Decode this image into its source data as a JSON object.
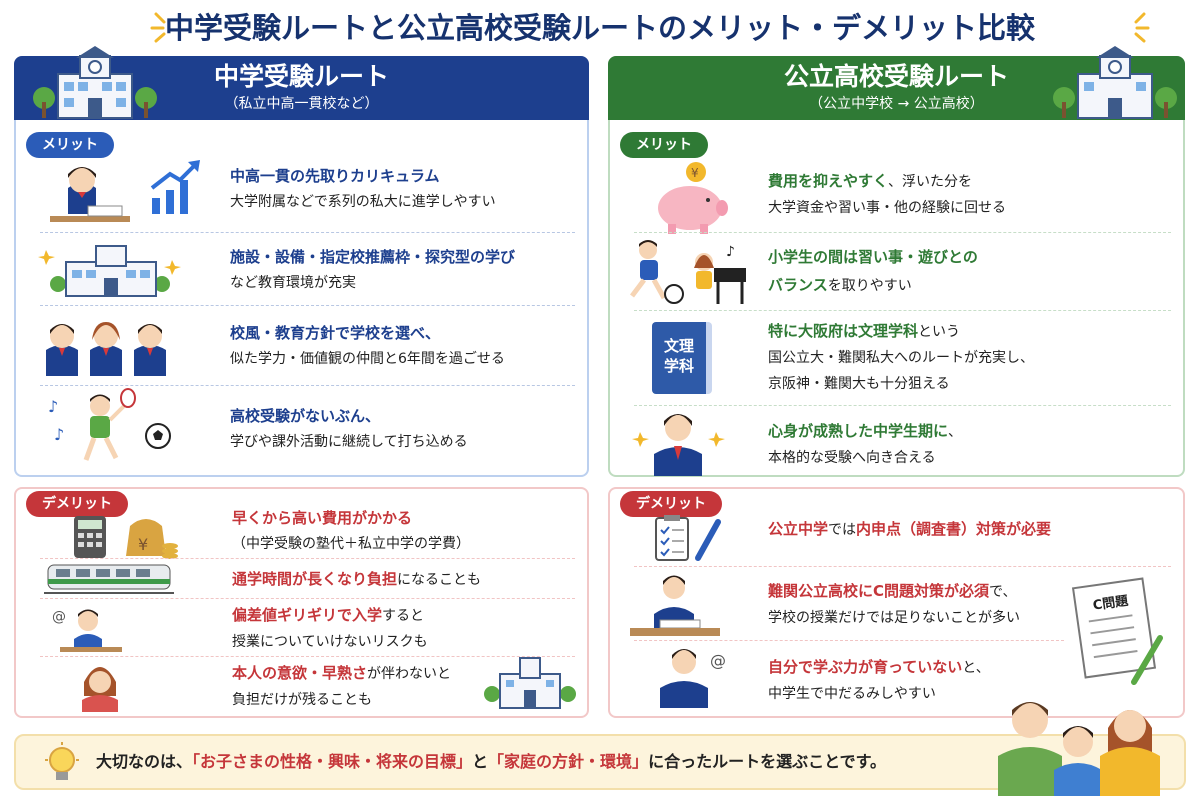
{
  "title": "中学受験ルートと公立高校受験ルートのメリット・デメリット比較",
  "left": {
    "header": {
      "title": "中学受験ルート",
      "subtitle": "（私立中高一貫校など）"
    },
    "merit_label": "メリット",
    "merits": [
      {
        "line1": "中高一貫の先取りカリキュラム",
        "line2": "大学附属などで系列の私大に進学しやすい"
      },
      {
        "line1": "施設・設備・指定校推薦枠・探究型の学び",
        "line2": "など教育環境が充実"
      },
      {
        "line1": "校風・教育方針で学校を選べ、",
        "line2": "似た学力・価値観の仲間と6年間を過ごせる"
      },
      {
        "line1": "高校受験がないぶん、",
        "line2": "学びや課外活動に継続して打ち込める"
      }
    ],
    "demerit_label": "デメリット",
    "demerits": [
      {
        "em": "早くから高い費用がかかる",
        "rest": "",
        "line2": "（中学受験の塾代＋私立中学の学費）"
      },
      {
        "em": "通学時間が長くなり負担",
        "rest": "になることも",
        "line2": ""
      },
      {
        "em": "偏差値ギリギリで入学",
        "rest": "すると",
        "line2": "授業についていけないリスクも"
      },
      {
        "em": "本人の意欲・早熟さ",
        "rest": "が伴わないと",
        "line2": "負担だけが残ることも"
      }
    ]
  },
  "right": {
    "header": {
      "title": "公立高校受験ルート",
      "subtitle": "（公立中学校 → 公立高校）"
    },
    "merit_label": "メリット",
    "merits": [
      {
        "line1_em": "費用を抑えやすく",
        "line1_rest": "、浮いた分を",
        "line2": "大学資金や習い事・他の経験に回せる",
        "line3": ""
      },
      {
        "line1_em": "小学生の間は習い事・遊びとの",
        "line1_rest": "",
        "line2_em": "バランス",
        "line2": "を取りやすい",
        "line3": ""
      },
      {
        "line1_em": "特に大阪府は文理学科",
        "line1_rest": "という",
        "line2": "国公立大・難関私大へのルートが充実し、",
        "line3": "京阪神・難関大も十分狙える"
      },
      {
        "line1_em": "心身が成熟した中学生期に",
        "line1_rest": "、",
        "line2": "本格的な受験へ向き合える",
        "line3": ""
      }
    ],
    "book_label": "文理\n学科",
    "book_line1": "文理",
    "book_line2": "学科",
    "demerit_label": "デメリット",
    "demerits": [
      {
        "pre": "公立中学",
        "mid": "では",
        "em": "内申点（調査書）対策が必要",
        "line2": ""
      },
      {
        "pre": "難関公立高校にC問題対策が必須",
        "mid": "で、",
        "em": "",
        "line2": "学校の授業だけでは足りないことが多い"
      },
      {
        "pre": "自分で学ぶ力が育っていない",
        "mid": "と、",
        "em": "",
        "line2": "中学生で中だるみしやすい"
      }
    ],
    "paper_label": "C問題"
  },
  "footer": {
    "before": "大切なのは、",
    "q1": "「お子さまの性格・興味・将来の目標」",
    "mid": "と",
    "q2": "「家庭の方針・環境」",
    "after": "に合ったルートを選ぶことです。"
  },
  "colors": {
    "navy": "#1d3f8e",
    "green": "#2f7a35",
    "red": "#c5363a",
    "footer_bg": "#fdf4dc"
  },
  "icons": [
    "school-icon",
    "student-studying-icon",
    "growth-chart-icon",
    "school-building-icon",
    "students-icon",
    "boy-tennis-icon",
    "soccer-ball-icon",
    "music-note-icon",
    "piggy-bank-icon",
    "boy-running-icon",
    "girl-piano-icon",
    "book-icon",
    "student-icon",
    "calculator-icon",
    "money-bag-icon",
    "train-icon",
    "confused-student-icon",
    "worried-girl-icon",
    "checklist-icon",
    "pen-icon",
    "test-paper-icon",
    "lightbulb-icon",
    "family-icon"
  ]
}
